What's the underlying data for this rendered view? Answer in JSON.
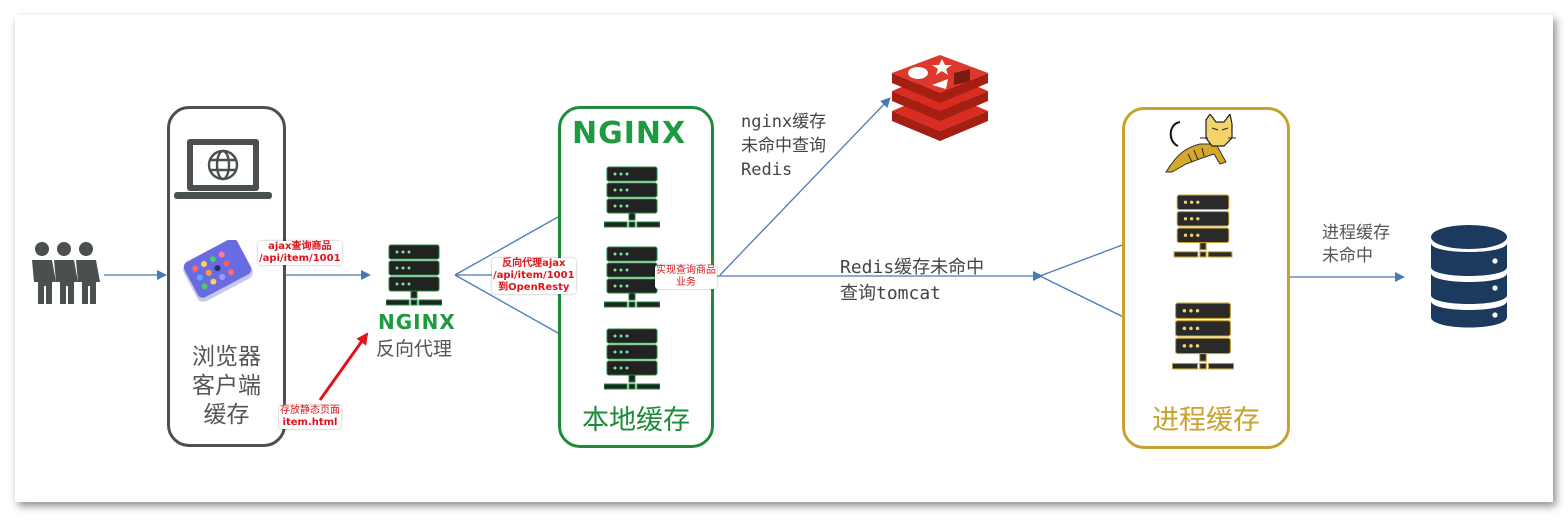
{
  "diagram": {
    "title": "多级缓存架构",
    "nodes": {
      "users": {
        "icon": "users-icon"
      },
      "browser": {
        "label": "浏览器\n客户端\n缓存",
        "label_lines": [
          "浏览器",
          "客户端",
          "缓存"
        ],
        "icons": [
          "laptop-globe-icon",
          "smartphone-icon"
        ]
      },
      "proxy": {
        "brand": "NGINX",
        "label": "反向代理",
        "icon": "server-icon"
      },
      "local_cache": {
        "brand": "NGINX",
        "label": "本地缓存",
        "servers": 3,
        "color": "#1e8b3a"
      },
      "redis": {
        "icon": "redis-icon",
        "color": "#d82c20"
      },
      "tomcat": {
        "icon": "tomcat-icon",
        "label": "进程缓存",
        "servers": 2,
        "color": "#c9a22e"
      },
      "database": {
        "icon": "database-icon",
        "color": "#1c3a5e"
      }
    },
    "edge_labels": {
      "ajax": [
        "ajax查询商品",
        "/api/item/1001"
      ],
      "static": [
        "存放静态页面",
        "item.html"
      ],
      "proxy": [
        "反向代理ajax",
        "/api/item/1001",
        "到OpenResty"
      ],
      "impl": [
        "实现查询商品",
        "业务"
      ],
      "nginx_miss": [
        "nginx缓存",
        "未命中查询",
        "Redis"
      ],
      "redis_miss": [
        "Redis缓存未命中",
        "查询tomcat"
      ],
      "process_miss": [
        "进程缓存",
        "未命中"
      ]
    },
    "colors": {
      "arrow": "#4a7ab5",
      "red_arrow": "#e0121a",
      "browser_border": "#4a4f4f",
      "nginx_green": "#1e8b3a",
      "tomcat_gold": "#c9a22e"
    }
  }
}
